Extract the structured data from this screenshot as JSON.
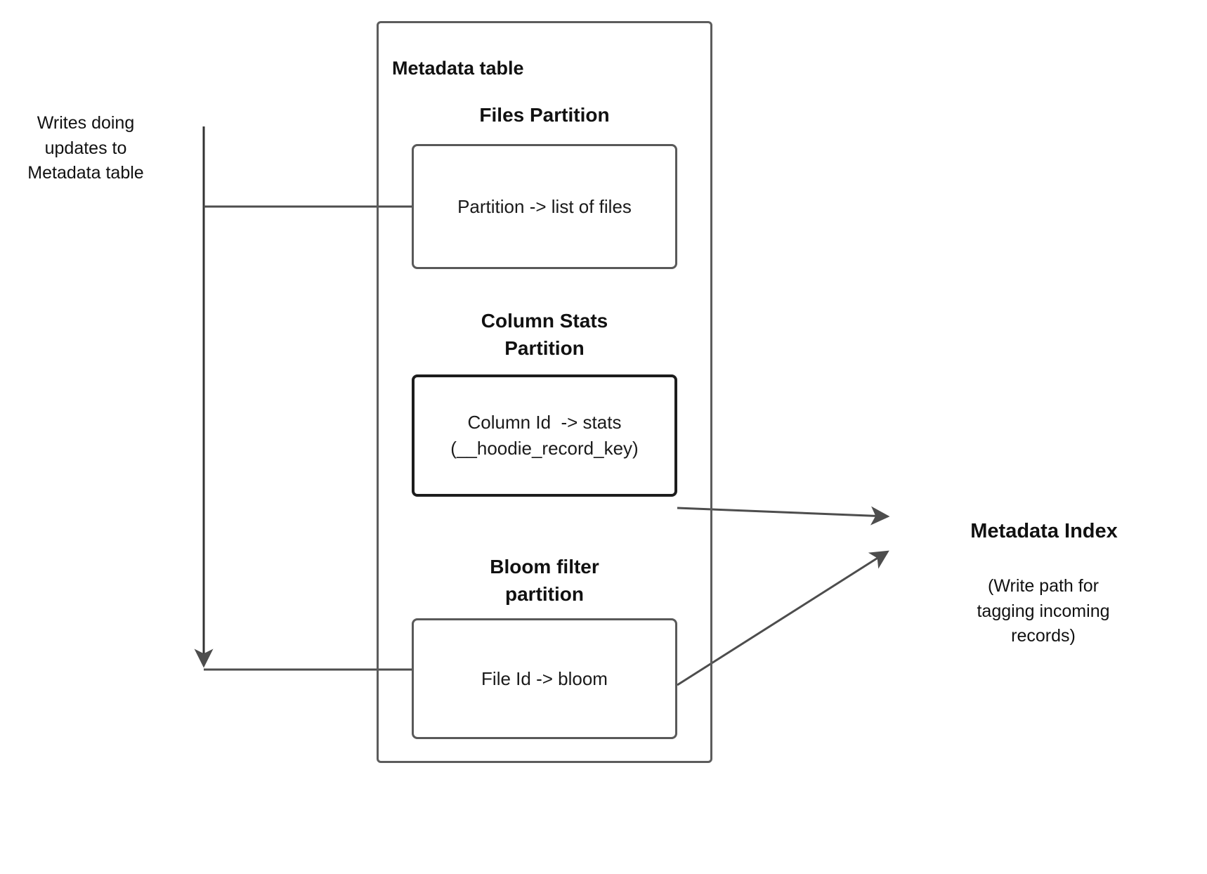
{
  "diagram": {
    "title_visible": false,
    "colors": {
      "background": "#ffffff",
      "outer_border": "#5c5c5c",
      "inner_border": "#595959",
      "emphasis_border": "#1d1d1d",
      "connector": "#4d4d4d",
      "text": "#111111"
    },
    "outer_container": {
      "label": "Metadata table"
    },
    "left_note": {
      "text": "Writes doing\nupdates to\nMetadata table"
    },
    "partitions": [
      {
        "heading": "Files Partition",
        "box_text": "Partition -> list of files",
        "emphasized": false
      },
      {
        "heading": "Column Stats\nPartition",
        "box_text": "Column Id  -> stats\n(__hoodie_record_key)",
        "emphasized": true
      },
      {
        "heading": "Bloom filter\npartition",
        "box_text": "File Id -> bloom",
        "emphasized": false
      }
    ],
    "right_node": {
      "title": "Metadata Index",
      "subtitle": "(Write path for\ntagging incoming\nrecords)"
    },
    "connectors": [
      {
        "name": "writes-to-files-partition",
        "from": "Writes doing updates to Metadata table",
        "to": "Files Partition box",
        "style": "orthogonal",
        "arrowhead": false
      },
      {
        "name": "writes-to-bloom-partition",
        "from": "Writes doing updates to Metadata table",
        "to": "Bloom filter partition box",
        "style": "orthogonal",
        "arrowhead": true
      },
      {
        "name": "column-stats-to-metadata-index",
        "from": "Column Stats Partition box",
        "to": "Metadata Index",
        "style": "diagonal",
        "arrowhead": true
      },
      {
        "name": "bloom-to-metadata-index",
        "from": "Bloom filter partition box",
        "to": "Metadata Index",
        "style": "diagonal",
        "arrowhead": true
      }
    ]
  }
}
